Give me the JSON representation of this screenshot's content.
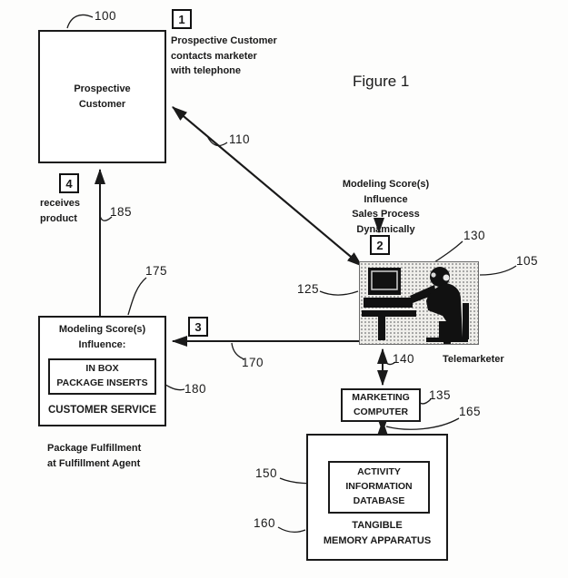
{
  "figure_title": "Figure 1",
  "steps": {
    "s1": {
      "num": "1",
      "note": "Prospective Customer\ncontacts marketer\nwith telephone"
    },
    "s2": {
      "num": "2"
    },
    "s3": {
      "num": "3"
    },
    "s4": {
      "num": "4",
      "note": "receives\nproduct"
    }
  },
  "boxes": {
    "prospective_customer": "Prospective\nCustomer",
    "modeling_influence": {
      "title": "Modeling Score(s)\nInfluence:",
      "insert": "IN BOX\nPACKAGE INSERTS",
      "footer": "CUSTOMER SERVICE"
    },
    "marketing_computer": "MARKETING\nCOMPUTER",
    "tangible_memory": {
      "database": "ACTIVITY\nINFORMATION\nDATABASE",
      "footer": "TANGIBLE\nMEMORY APPARATUS"
    }
  },
  "notes": {
    "modeling_dynamic": "Modeling Score(s)\nInfluence\nSales Process\nDynamically",
    "package_fulfillment": "Package Fulfillment\nat Fulfillment Agent",
    "telemarketer": "Telemarketer"
  },
  "refs": {
    "n100": "100",
    "n105": "105",
    "n110": "110",
    "n125": "125",
    "n130": "130",
    "n135": "135",
    "n140": "140",
    "n150": "150",
    "n160": "160",
    "n165": "165",
    "n170": "170",
    "n175": "175",
    "n180": "180",
    "n185": "185"
  },
  "colors": {
    "ink": "#1a1a1a",
    "paper": "#fdfdfc"
  }
}
